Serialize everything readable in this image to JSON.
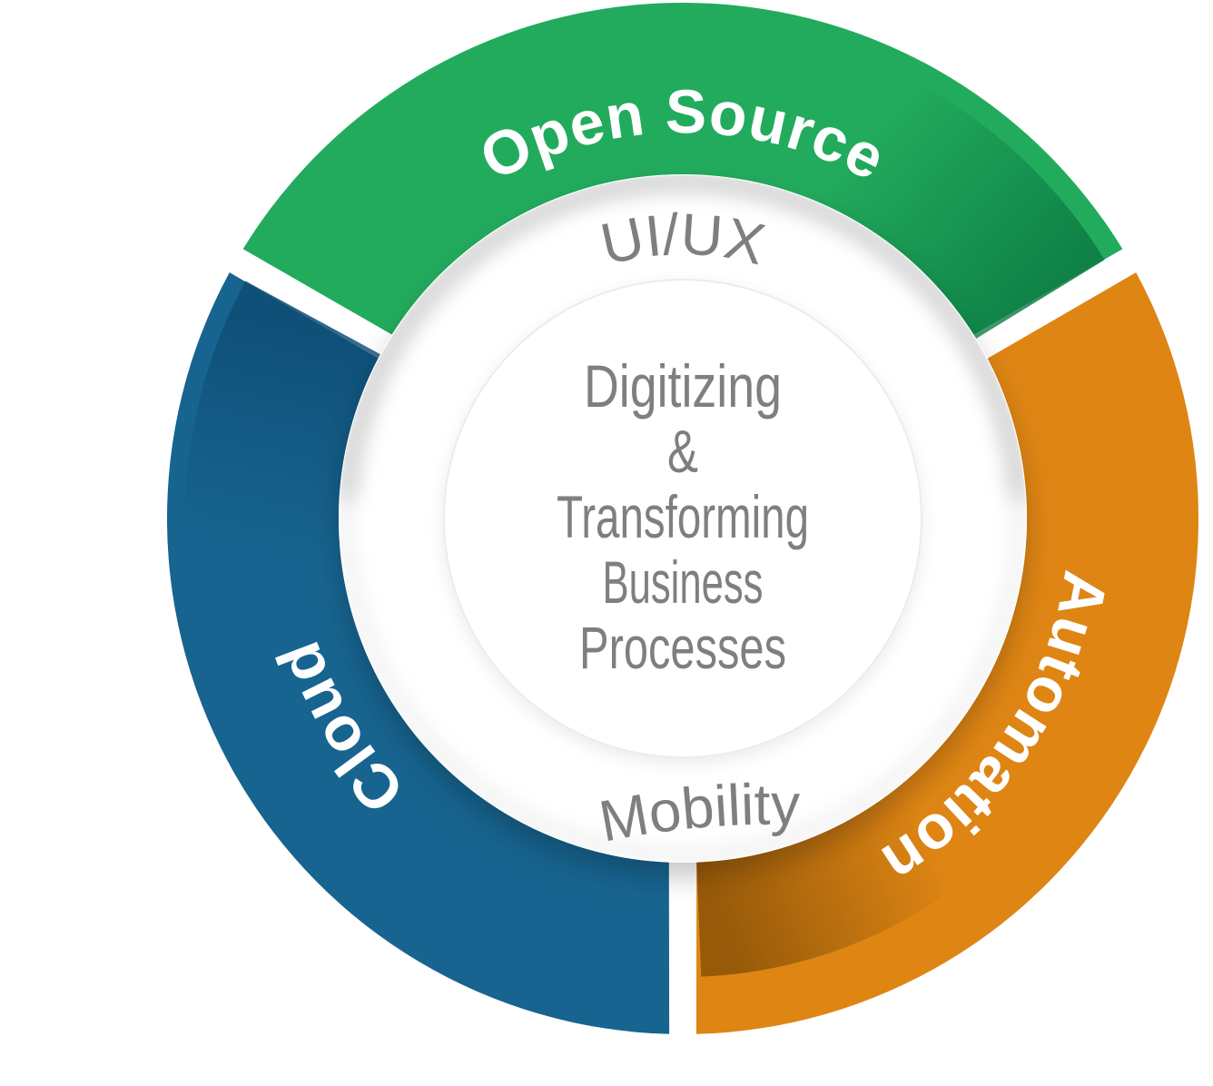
{
  "background": "#ffffff",
  "diagram": {
    "segments": {
      "open_source": {
        "label": "Open Source",
        "color": "#22AB5D",
        "shade": "#0B7A43"
      },
      "automation": {
        "label": "Automation",
        "color": "#DE8514",
        "shade": "#8F5508"
      },
      "cloud": {
        "label": "Cloud",
        "color": "#176490",
        "shade": "#0D4C74"
      }
    },
    "inner_labels": {
      "top": "UI/UX",
      "bottom": "Mobility"
    },
    "center": {
      "line1": "Digitizing",
      "line2": "&",
      "line3": "Transforming",
      "line4": "Business",
      "line5": "Processes"
    },
    "colors": {
      "ring_label_text": "#ffffff",
      "inner_text": "#7F7F7F",
      "disc": "#ffffff",
      "inner_circle_edge": "#ececec"
    }
  }
}
